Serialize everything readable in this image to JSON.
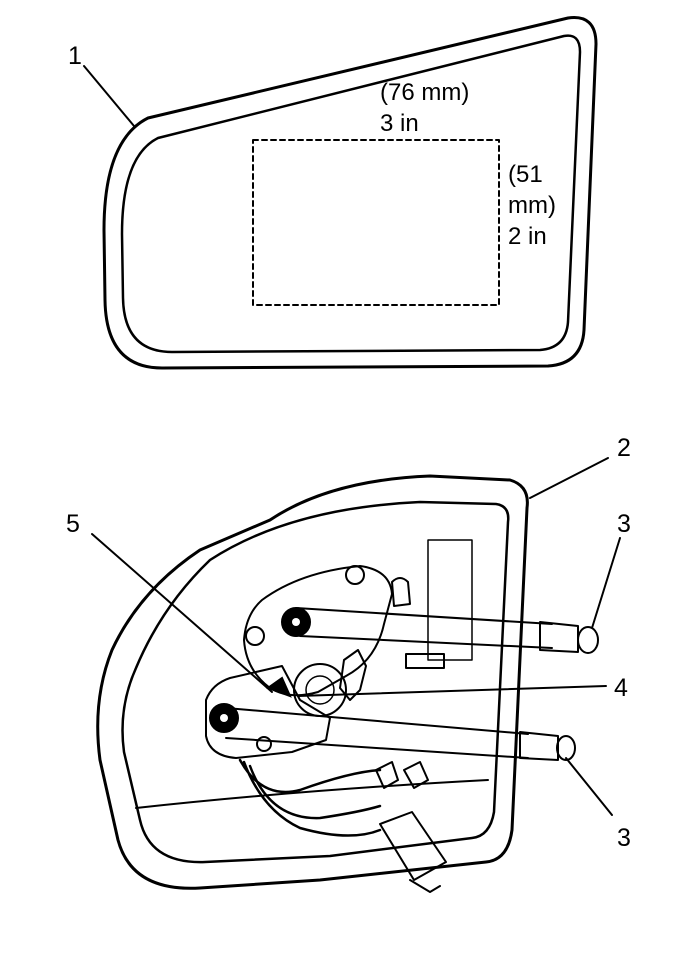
{
  "callouts": {
    "c1": "1",
    "c2": "2",
    "c3_top": "3",
    "c3_bottom": "3",
    "c4": "4",
    "c5": "5"
  },
  "dimensions": {
    "width_metric": "(76 mm)",
    "width_imperial": "3 in",
    "height_metric_line1": "(51",
    "height_metric_line2": "mm)",
    "height_imperial": "2 in"
  },
  "colors": {
    "line": "#000000",
    "background": "#ffffff"
  },
  "icons": [
    "mirror-glass-outline",
    "mirror-housing",
    "adhesive-area-rectangle",
    "actuator-motor",
    "pivot-bolt",
    "screwdriver-tool",
    "wiring-harness-connector"
  ]
}
